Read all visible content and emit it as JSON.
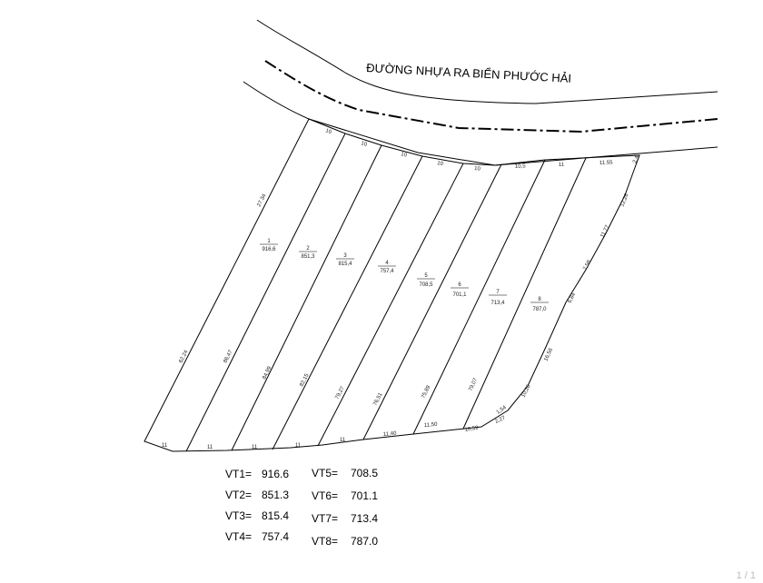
{
  "road_name": "ĐƯỜNG NHỰA RA BIỂN PHƯỚC HẢI",
  "lots": [
    {
      "number": "1",
      "area": "916,6"
    },
    {
      "number": "2",
      "area": "851,3"
    },
    {
      "number": "3",
      "area": "815,4"
    },
    {
      "number": "4",
      "area": "757,4"
    },
    {
      "number": "5",
      "area": "708,5"
    },
    {
      "number": "6",
      "area": "701,1"
    },
    {
      "number": "7",
      "area": "713,4"
    },
    {
      "number": "8",
      "area": "787,0"
    }
  ],
  "top_dims": [
    "10",
    "10",
    "10",
    "10",
    "10",
    "10,5",
    "11",
    "11.55",
    "2.4"
  ],
  "bottom_dims": [
    "11",
    "11",
    "11",
    "11",
    "11",
    "11,40",
    "11,50",
    "10,59",
    "2,27",
    "1,54"
  ],
  "left_side_dims": [
    "27.34",
    "62.24"
  ],
  "divider_dims": [
    "86,47",
    "84,99",
    "82,15",
    "79,27",
    "76,51",
    "75,89",
    "79,07"
  ],
  "right_side_dims": [
    "12,26",
    "11,77",
    "7,58",
    "6,84",
    "16,56",
    "10,26"
  ],
  "legend": {
    "left": [
      {
        "label": "VT1=",
        "value": "916.6"
      },
      {
        "label": "VT2=",
        "value": "851.3"
      },
      {
        "label": "VT3=",
        "value": "815.4"
      },
      {
        "label": "VT4=",
        "value": "757.4"
      }
    ],
    "right": [
      {
        "label": "VT5=",
        "value": "708.5"
      },
      {
        "label": "VT6=",
        "value": "701.1"
      },
      {
        "label": "VT7=",
        "value": "713.4"
      },
      {
        "label": "VT8=",
        "value": "787.0"
      }
    ]
  },
  "page_indicator": "1 / 1"
}
